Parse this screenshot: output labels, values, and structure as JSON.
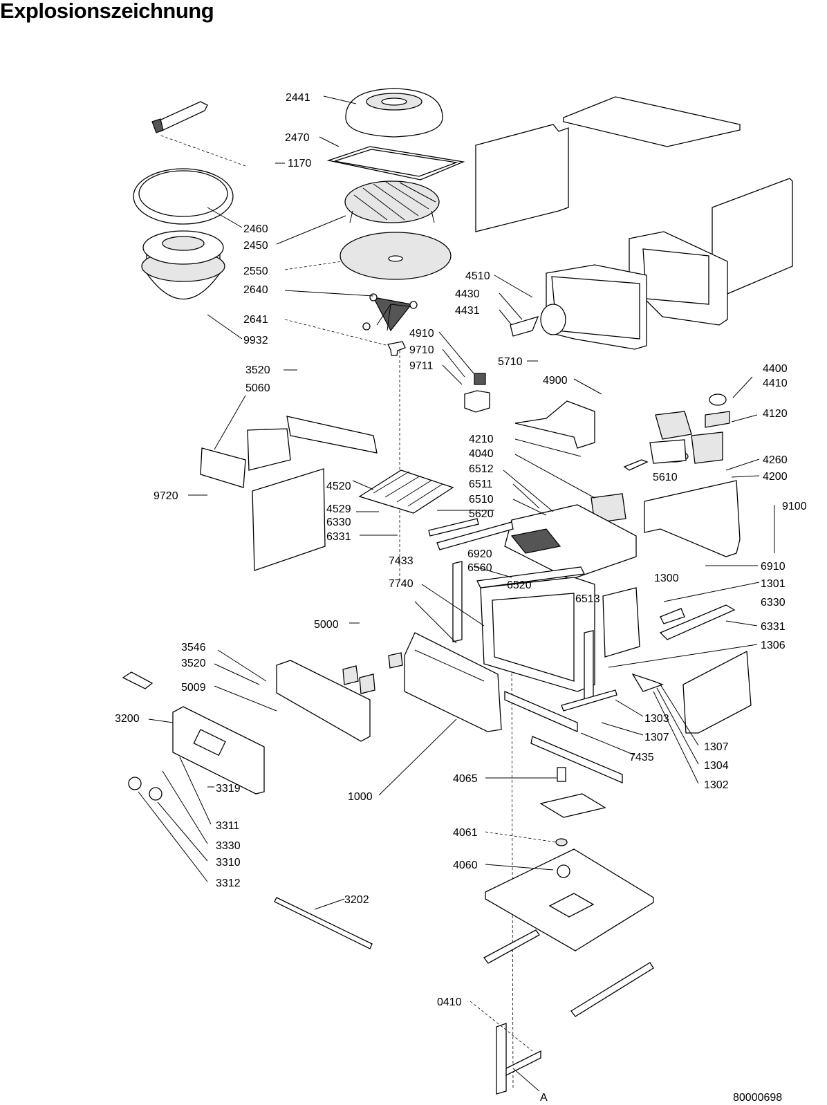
{
  "title": "Explosionszeichnung",
  "doc_number": "80000698",
  "axis_marker": "A",
  "labels": {
    "p0410": "0410",
    "p1000": "1000",
    "p1170": "1170",
    "p1300": "1300",
    "p1301": "1301",
    "p1302": "1302",
    "p1303": "1303",
    "p1304": "1304",
    "p1306": "1306",
    "p1307a": "1307",
    "p1307b": "1307",
    "p2441": "2441",
    "p2450": "2450",
    "p2460": "2460",
    "p2470": "2470",
    "p2550": "2550",
    "p2640": "2640",
    "p2641": "2641",
    "p3200": "3200",
    "p3202": "3202",
    "p3310": "3310",
    "p3311": "3311",
    "p3312": "3312",
    "p3319": "3319",
    "p3330": "3330",
    "p3520a": "3520",
    "p3520b": "3520",
    "p3546": "3546",
    "p4040": "4040",
    "p4060": "4060",
    "p4061": "4061",
    "p4065": "4065",
    "p4120": "4120",
    "p4200": "4200",
    "p4210": "4210",
    "p4260": "4260",
    "p4400": "4400",
    "p4410": "4410",
    "p4430": "4430",
    "p4431": "4431",
    "p4510": "4510",
    "p4520": "4520",
    "p4529": "4529",
    "p4900": "4900",
    "p4910": "4910",
    "p5000": "5000",
    "p5009": "5009",
    "p5060": "5060",
    "p5610": "5610",
    "p5620": "5620",
    "p5710": "5710",
    "p6330a": "6330",
    "p6330b": "6330",
    "p6331a": "6331",
    "p6331b": "6331",
    "p6510": "6510",
    "p6511": "6511",
    "p6512": "6512",
    "p6513": "6513",
    "p6520": "6520",
    "p6560": "6560",
    "p6910": "6910",
    "p6920": "6920",
    "p7433": "7433",
    "p7435": "7435",
    "p7740": "7740",
    "p9100": "9100",
    "p9710": "9710",
    "p9711": "9711",
    "p9720": "9720",
    "p9932": "9932"
  }
}
